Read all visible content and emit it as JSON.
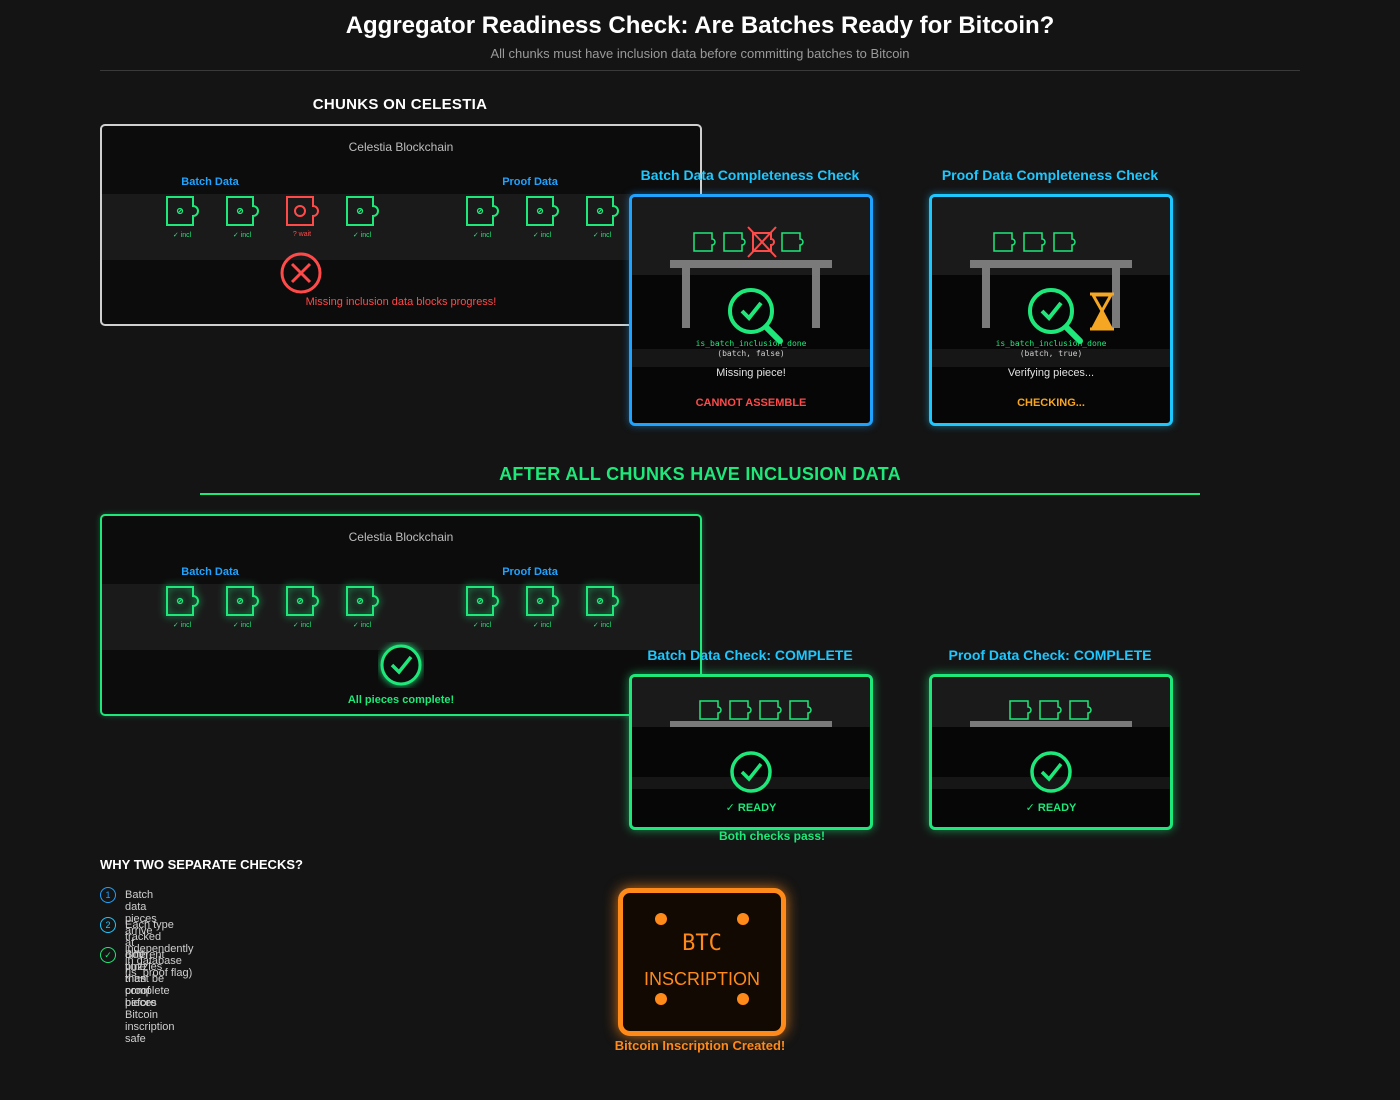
{
  "header": {
    "title": "Aggregator Readiness Check: Are Batches Ready for Bitcoin?",
    "subtitle": "All chunks must have inclusion data before committing batches to Bitcoin"
  },
  "top_section": {
    "heading": "CHUNKS ON CELESTIA",
    "chain_label": "Celestia Blockchain",
    "batch_label": "Batch Data",
    "proof_label": "Proof Data",
    "batch_pieces": [
      {
        "caption": "✓ incl",
        "state": "ok"
      },
      {
        "caption": "✓ incl",
        "state": "ok"
      },
      {
        "caption": "? wait",
        "state": "missing"
      },
      {
        "caption": "✓ incl",
        "state": "ok"
      }
    ],
    "proof_pieces": [
      {
        "caption": "✓ incl",
        "state": "ok"
      },
      {
        "caption": "✓ incl",
        "state": "ok"
      },
      {
        "caption": "✓ incl",
        "state": "ok"
      }
    ],
    "error_text": "Missing inclusion data blocks progress!"
  },
  "batch_check": {
    "title": "Batch Data Completeness Check",
    "code_line1": "is_batch_inclusion_done",
    "code_line2": "(batch, false)",
    "message": "Missing piece!",
    "status": "CANNOT ASSEMBLE"
  },
  "proof_check": {
    "title": "Proof Data Completeness Check",
    "code_line1": "is_batch_inclusion_done",
    "code_line2": "(batch, true)",
    "message": "Verifying pieces...",
    "status": "CHECKING..."
  },
  "bottom_section": {
    "heading": "AFTER ALL CHUNKS HAVE INCLUSION DATA",
    "chain_label": "Celestia Blockchain",
    "batch_label": "Batch Data",
    "proof_label": "Proof Data",
    "batch_pieces": [
      {
        "caption": "✓ incl"
      },
      {
        "caption": "✓ incl"
      },
      {
        "caption": "✓ incl"
      },
      {
        "caption": "✓ incl"
      }
    ],
    "proof_pieces": [
      {
        "caption": "✓ incl"
      },
      {
        "caption": "✓ incl"
      },
      {
        "caption": "✓ incl"
      }
    ],
    "complete_text": "All pieces complete!"
  },
  "batch_complete": {
    "title": "Batch Data Check: COMPLETE",
    "status": "✓ READY"
  },
  "proof_complete": {
    "title": "Proof Data Check: COMPLETE",
    "status": "✓ READY"
  },
  "both_pass": "Both checks pass!",
  "why": {
    "heading": "WHY TWO SEPARATE CHECKS?",
    "items": [
      {
        "marker": "1",
        "text": "Batch data pieces arrive at different time than proof pieces"
      },
      {
        "marker": "2",
        "text": "Each type tracked independently in database (is_proof flag)"
      },
      {
        "marker": "✓",
        "text": "Both puzzles must be complete before Bitcoin inscription safe"
      }
    ]
  },
  "btc": {
    "line1": "BTC",
    "line2": "INSCRIPTION",
    "caption": "Bitcoin Inscription Created!"
  },
  "colors": {
    "green": "#1ee87a",
    "red": "#ff4a4a",
    "blue": "#1fa3ff",
    "cyan": "#1ec8ff",
    "orange": "#ff8a1a"
  }
}
